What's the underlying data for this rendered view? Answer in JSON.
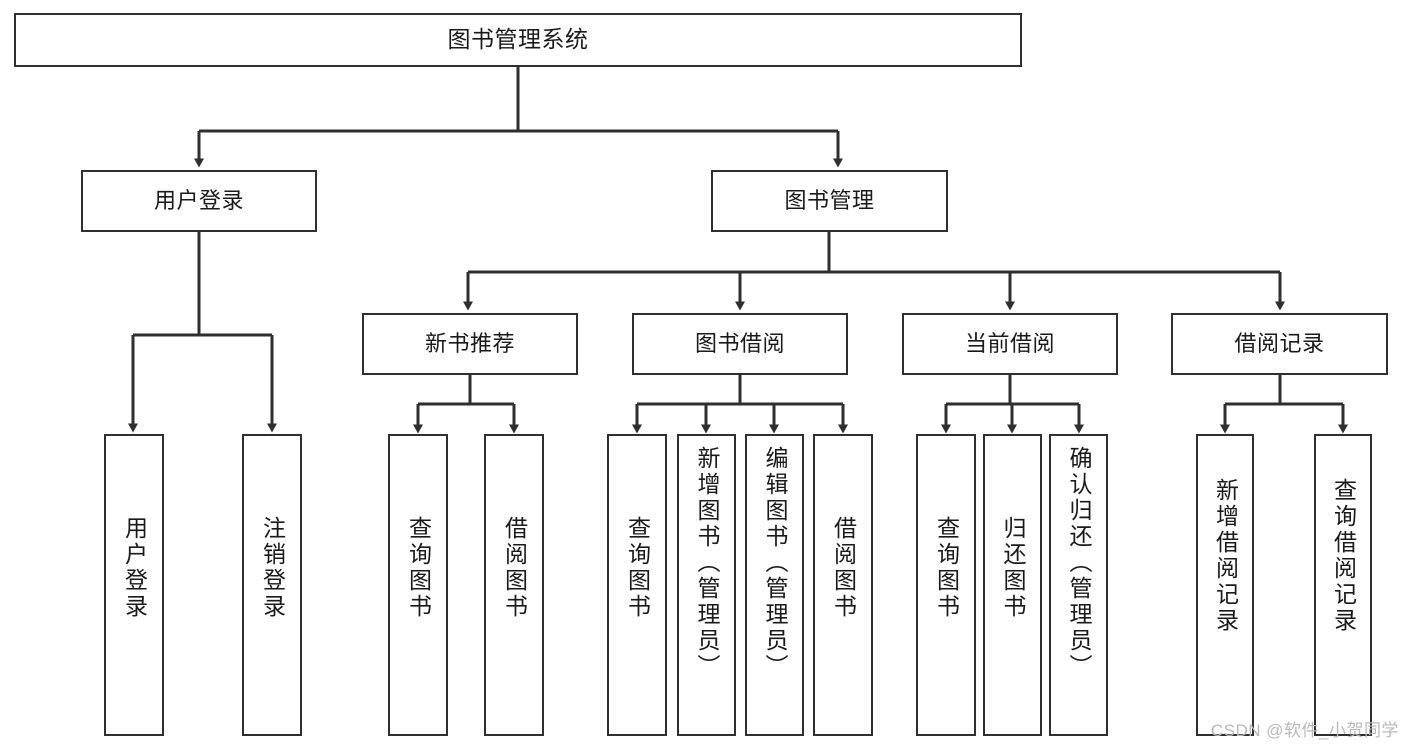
{
  "diagram": {
    "type": "tree-hierarchy-diagram",
    "title": "图书管理系统",
    "stroke_color": "#2f2f2f",
    "fill_color": "#ffffff",
    "text_color": "#1a1a1a",
    "levels": {
      "level1": [
        {
          "id": "root",
          "label": "图书管理系统",
          "orientation": "horizontal"
        }
      ],
      "level2": [
        {
          "id": "user-login",
          "label": "用户登录",
          "orientation": "horizontal"
        },
        {
          "id": "book-manage",
          "label": "图书管理",
          "orientation": "horizontal"
        }
      ],
      "level3": [
        {
          "id": "new-book-rec",
          "label": "新书推荐",
          "orientation": "horizontal"
        },
        {
          "id": "book-borrow",
          "label": "图书借阅",
          "orientation": "horizontal"
        },
        {
          "id": "current-borrow",
          "label": "当前借阅",
          "orientation": "horizontal"
        },
        {
          "id": "borrow-record",
          "label": "借阅记录",
          "orientation": "horizontal"
        }
      ],
      "level4": [
        {
          "id": "leaf-user-login",
          "label": "用户登录",
          "orientation": "vertical",
          "parent": "user-login"
        },
        {
          "id": "leaf-logout",
          "label": "注销登录",
          "orientation": "vertical",
          "parent": "user-login"
        },
        {
          "id": "leaf-query-book-1",
          "label": "查询图书",
          "orientation": "vertical",
          "parent": "new-book-rec"
        },
        {
          "id": "leaf-borrow-book-1",
          "label": "借阅图书",
          "orientation": "vertical",
          "parent": "new-book-rec"
        },
        {
          "id": "leaf-query-book-2",
          "label": "查询图书",
          "orientation": "vertical",
          "parent": "book-borrow"
        },
        {
          "id": "leaf-add-book",
          "label": "新增图书（管理员）",
          "orientation": "vertical",
          "parent": "book-borrow"
        },
        {
          "id": "leaf-edit-book",
          "label": "编辑图书（管理员）",
          "orientation": "vertical",
          "parent": "book-borrow"
        },
        {
          "id": "leaf-borrow-book-2",
          "label": "借阅图书",
          "orientation": "vertical",
          "parent": "book-borrow"
        },
        {
          "id": "leaf-query-book-3",
          "label": "查询图书",
          "orientation": "vertical",
          "parent": "current-borrow"
        },
        {
          "id": "leaf-return-book",
          "label": "归还图书",
          "orientation": "vertical",
          "parent": "current-borrow"
        },
        {
          "id": "leaf-confirm-return",
          "label": "确认归还（管理员）",
          "orientation": "vertical",
          "parent": "current-borrow"
        },
        {
          "id": "leaf-add-record",
          "label": "新增借阅记录",
          "orientation": "vertical",
          "parent": "borrow-record"
        },
        {
          "id": "leaf-query-record",
          "label": "查询借阅记录",
          "orientation": "vertical",
          "parent": "borrow-record"
        }
      ]
    }
  },
  "watermark": {
    "text": "CSDN @软件_小贺同学",
    "color": "#b9b9b9"
  }
}
